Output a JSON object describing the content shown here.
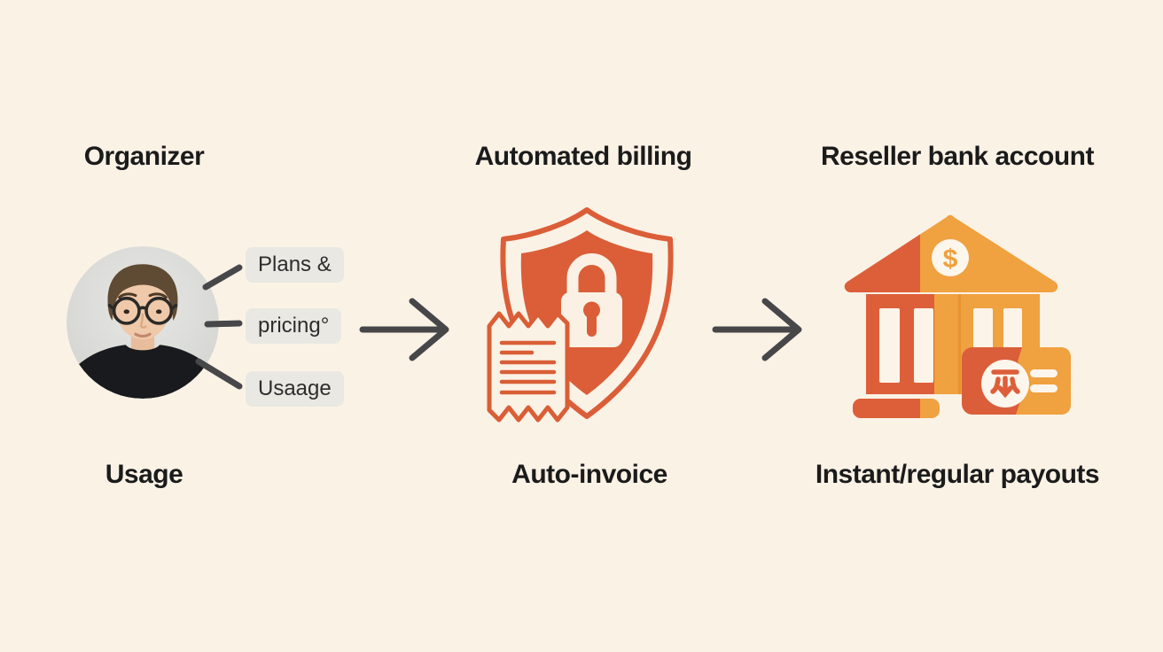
{
  "palette": {
    "background": "#FBF2E6",
    "accent_orange": "#DB5E38",
    "accent_amber": "#F0A140",
    "text": "#1B1B1B",
    "arrow": "#47474A",
    "tag_background": "#E9E8E2"
  },
  "organizer": {
    "title": "Organizer",
    "avatar": "young-man-with-glasses-photo",
    "tags": [
      "Plans &",
      "pricing°",
      "Usaage"
    ],
    "caption": "Usage"
  },
  "billing": {
    "title": "Automated billing",
    "icon": "shield-lock-with-invoice-icon",
    "caption": "Auto-invoice"
  },
  "payouts": {
    "title": "Reseller bank account",
    "icon": "bank-building-with-dollar-and-payout-card-icon",
    "dollar_sign": "$",
    "caption": "Instant/regular payouts"
  }
}
